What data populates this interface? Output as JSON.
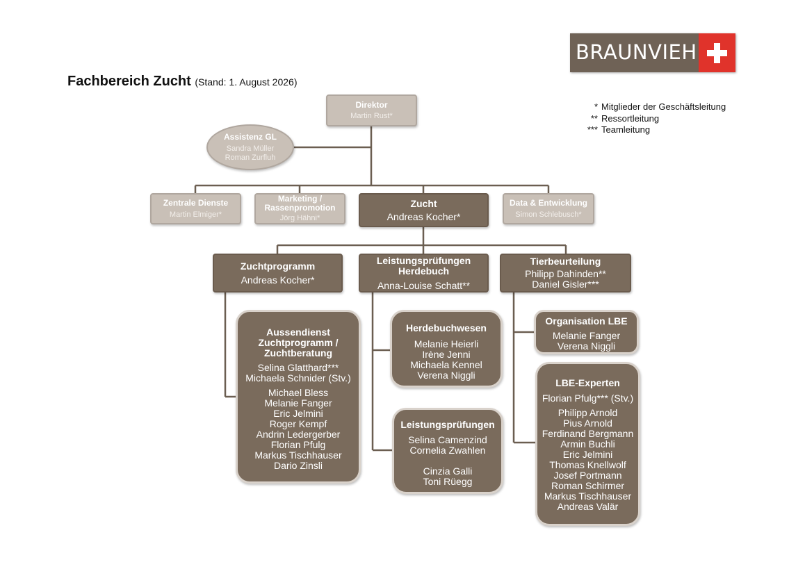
{
  "title": "Fachbereich Zucht",
  "title_sub": "(Stand: 1. August 2026)",
  "logo": {
    "text": "BRAUNVIEH",
    "brand_color": "#6f6256",
    "cross_color": "#e0332b"
  },
  "legend": [
    {
      "mark": "*",
      "text": "Mitglieder der Geschäftsleitung"
    },
    {
      "mark": "**",
      "text": "Ressortleitung"
    },
    {
      "mark": "***",
      "text": "Teamleitung"
    }
  ],
  "colors": {
    "light_box": "#c9c0b7",
    "dark_box": "#7a6b5c",
    "connector": "#6b5e51"
  },
  "boxes": {
    "direktor": {
      "title": "Direktor",
      "names": [
        "Martin Rust*"
      ]
    },
    "assistenz": {
      "title": "Assistenz GL",
      "names": [
        "Sandra Müller",
        "Roman Zurfluh"
      ]
    },
    "zentrale": {
      "title": "Zentrale Dienste",
      "names": [
        "Martin Elmiger*"
      ]
    },
    "marketing": {
      "title": [
        "Marketing /",
        "Rassenpromotion"
      ],
      "names": [
        "Jörg Hähni*"
      ]
    },
    "zucht": {
      "title": "Zucht",
      "names": [
        "Andreas Kocher*"
      ]
    },
    "data": {
      "title": "Data & Entwicklung",
      "names": [
        "Simon Schlebusch*"
      ]
    },
    "zuchtprogramm": {
      "title": "Zuchtprogramm",
      "names": [
        "Andreas Kocher*"
      ]
    },
    "leistungspruefungen_hb": {
      "title": [
        "Leistungsprüfungen",
        "Herdebuch"
      ],
      "names": [
        "Anna-Louise Schatt**"
      ]
    },
    "tierbeurteilung": {
      "title": "Tierbeurteilung",
      "names": [
        "Philipp Dahinden**",
        "Daniel Gisler***"
      ]
    },
    "aussendienst": {
      "title": [
        "Aussendienst",
        "Zuchtprogramm /",
        "Zuchtberatung"
      ],
      "lead": [
        "Selina Glatthard***",
        "Michaela Schnider (Stv.)"
      ],
      "names": [
        "Michael Bless",
        "Melanie Fanger",
        "Eric Jelmini",
        "Roger Kempf",
        "Andrin Ledergerber",
        "Florian Pfulg",
        "Markus Tischhauser",
        "Dario Zinsli"
      ]
    },
    "herdebuchwesen": {
      "title": "Herdebuchwesen",
      "names": [
        "Melanie Heierli",
        "Irène Jenni",
        "Michaela Kennel",
        "Verena Niggli"
      ]
    },
    "leistungspruefungen": {
      "title": "Leistungsprüfungen",
      "lead": [
        "Selina Camenzind",
        "Cornelia Zwahlen"
      ],
      "names": [
        "Cinzia Galli",
        "Toni Rüegg"
      ]
    },
    "organisation_lbe": {
      "title": "Organisation LBE",
      "names": [
        "Melanie Fanger",
        "Verena Niggli"
      ]
    },
    "lbe_experten": {
      "title": "LBE-Experten",
      "lead": [
        "Florian Pfulg*** (Stv.)"
      ],
      "names": [
        "Philipp Arnold",
        "Pius Arnold",
        "Ferdinand Bergmann",
        "Armin Buchli",
        "Eric Jelmini",
        "Thomas Knellwolf",
        "Josef Portmann",
        "Roman Schirmer",
        "Markus Tischhauser",
        "Andreas Valär"
      ]
    }
  }
}
